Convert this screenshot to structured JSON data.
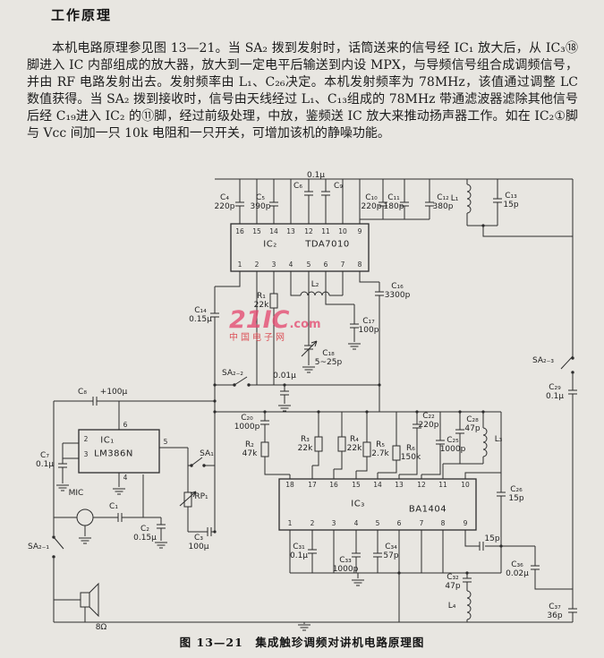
{
  "page": {
    "title": "工作原理",
    "paragraph": "本机电路原理参见图 13—21。当 SA₂ 拨到发射时，话筒送来的信号经 IC₁ 放大后，从 IC₃⑱脚进入 IC 内部组成的放大器，放大到一定电平后输送到内设 MPX，与导频信号组合成调频信号，并由 RF 电路发射出去。发射频率由 L₁、C₂₆决定。本机发射频率为 78MHz，该值通过调整 LC 数值获得。当 SA₂ 拨到接收时，信号由天线经过 L₁、C₁₃组成的 78MHz 带通滤波器滤除其他信号后经 C₁₉进入 IC₂ 的⑪脚，经过前级处理，中放，鉴频送 IC 放大来推动扬声器工作。如在 IC₂①脚与 Vcc 间加一只 10k 电阻和一只开关，可增加该机的静噪功能。",
    "caption": "图 13—21　集成触珍调频对讲机电路原理图",
    "watermark": {
      "main": "21IC",
      "suffix": ".com",
      "sub": "中国电子网",
      "color": "#e44970"
    }
  },
  "schematic": {
    "ics": [
      {
        "designator": "IC₁",
        "part": "LM386N"
      },
      {
        "designator": "IC₂",
        "part": "TDA7010"
      },
      {
        "designator": "IC₃",
        "part": "BA1404"
      }
    ],
    "labels": [
      [
        "C₄\n220p",
        251,
        226
      ],
      [
        "C₅\n390p",
        291,
        226
      ],
      [
        "C₆",
        333,
        208
      ],
      [
        "0.1μ",
        353,
        196
      ],
      [
        "C₉",
        378,
        208
      ],
      [
        "C₁₀\n220p",
        415,
        226
      ],
      [
        "C₁₁\n180p",
        440,
        226
      ],
      [
        "C₁₂\n380p",
        495,
        226
      ],
      [
        "L₁",
        508,
        222
      ],
      [
        "C₁₃\n15p",
        571,
        224
      ],
      [
        "16",
        268,
        259,
        1
      ],
      [
        "15",
        287,
        259,
        1
      ],
      [
        "14",
        306,
        259,
        1
      ],
      [
        "13",
        325,
        259,
        1
      ],
      [
        "12",
        345,
        259,
        1
      ],
      [
        "11",
        364,
        259,
        1
      ],
      [
        "10",
        383,
        259,
        1
      ],
      [
        "9",
        402,
        259,
        1
      ],
      [
        "1",
        268,
        296,
        1
      ],
      [
        "2",
        287,
        296,
        1
      ],
      [
        "3",
        306,
        296,
        1
      ],
      [
        "4",
        325,
        296,
        1
      ],
      [
        "5",
        345,
        296,
        1
      ],
      [
        "6",
        364,
        296,
        1
      ],
      [
        "7",
        383,
        296,
        1
      ],
      [
        "8",
        402,
        296,
        1
      ],
      [
        "IC₂",
        302,
        273,
        2
      ],
      [
        "TDA7010",
        366,
        273,
        2
      ],
      [
        "R₁\n22k",
        292,
        336
      ],
      [
        "L₂",
        352,
        318
      ],
      [
        "C₁₆\n3300p",
        444,
        325
      ],
      [
        "C₁₄\n0.15μ",
        224,
        352
      ],
      [
        "C₁₇\n100p",
        412,
        364
      ],
      [
        "C₁₈\n5~25p",
        367,
        400
      ],
      [
        "0.01μ",
        318,
        420
      ],
      [
        "SA₂₋₂",
        260,
        417
      ],
      [
        "SA₂₋₃",
        607,
        403
      ],
      [
        "C₂₉\n0.1μ",
        620,
        438
      ],
      [
        "C₈",
        92,
        438
      ],
      [
        "+100μ",
        127,
        438
      ],
      [
        "C₇\n0.1μ",
        50,
        514
      ],
      [
        "6",
        140,
        475,
        1
      ],
      [
        "2",
        96,
        491,
        1
      ],
      [
        "3",
        96,
        508,
        1
      ],
      [
        "4",
        140,
        534,
        1
      ],
      [
        "5",
        185,
        494,
        1
      ],
      [
        "IC₁",
        120,
        492,
        2
      ],
      [
        "LM386N",
        127,
        507,
        2
      ],
      [
        "MIC",
        85,
        551
      ],
      [
        "C₁",
        127,
        566
      ],
      [
        "C₂\n0.15μ",
        162,
        596
      ],
      [
        "RP₁",
        225,
        555
      ],
      [
        "SA₁",
        231,
        507
      ],
      [
        "C₃\n100μ",
        222,
        606
      ],
      [
        "SA₂₋₁",
        43,
        611
      ],
      [
        "8Ω",
        113,
        701
      ],
      [
        "C₂₀\n1000p",
        276,
        472
      ],
      [
        "R₂\n47k",
        279,
        502
      ],
      [
        "R₃\n22k",
        341,
        496
      ],
      [
        "R₄\n22k",
        396,
        496
      ],
      [
        "R₅\n2.7k",
        425,
        502
      ],
      [
        "R₆\n150k",
        459,
        506
      ],
      [
        "C₂₂\n220p",
        479,
        470
      ],
      [
        "C₂₅\n1000p",
        506,
        497
      ],
      [
        "C₂₈\n47p",
        528,
        474
      ],
      [
        "L₃",
        557,
        491
      ],
      [
        "C₂₆\n15p",
        577,
        552
      ],
      [
        "18",
        324,
        542,
        1
      ],
      [
        "17",
        349,
        542,
        1
      ],
      [
        "16",
        373,
        542,
        1
      ],
      [
        "15",
        398,
        542,
        1
      ],
      [
        "14",
        422,
        542,
        1
      ],
      [
        "13",
        446,
        542,
        1
      ],
      [
        "12",
        471,
        542,
        1
      ],
      [
        "11",
        495,
        542,
        1
      ],
      [
        "10",
        520,
        542,
        1
      ],
      [
        "1",
        324,
        585,
        1
      ],
      [
        "2",
        349,
        585,
        1
      ],
      [
        "3",
        373,
        585,
        1
      ],
      [
        "4",
        398,
        585,
        1
      ],
      [
        "5",
        422,
        585,
        1
      ],
      [
        "6",
        446,
        585,
        1
      ],
      [
        "7",
        471,
        585,
        1
      ],
      [
        "8",
        495,
        585,
        1
      ],
      [
        "9",
        520,
        585,
        1
      ],
      [
        "IC₃",
        400,
        563,
        2
      ],
      [
        "BA1404",
        478,
        569,
        2
      ],
      [
        "C₃₁\n0.1μ",
        334,
        616
      ],
      [
        "C₃₃\n1000p",
        386,
        631
      ],
      [
        "C₃₄\n57p",
        437,
        616
      ],
      [
        "15p",
        550,
        602
      ],
      [
        "C₃₆\n0.02μ",
        578,
        636
      ],
      [
        "C₃₂\n47p",
        506,
        650
      ],
      [
        "L₄",
        505,
        677
      ],
      [
        "C₃₇\n36p",
        620,
        683
      ]
    ]
  }
}
